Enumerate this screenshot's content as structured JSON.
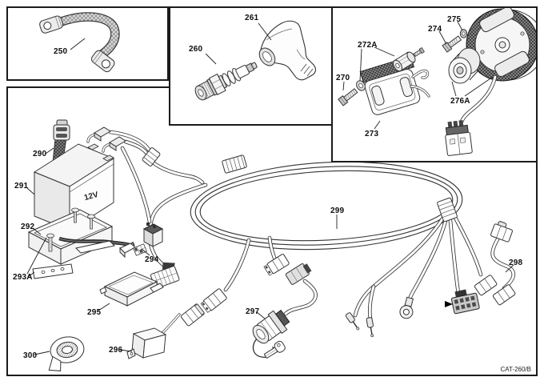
{
  "footer_code": "CAT-260/B",
  "battery_text": "12V",
  "part_labels": {
    "250": "250",
    "260": "260",
    "261": "261",
    "270": "270",
    "272A": "272A",
    "273": "273",
    "274": "274",
    "275": "275",
    "276A": "276A",
    "290": "290",
    "291": "291",
    "292": "292",
    "293A": "293A",
    "294": "294",
    "295": "295",
    "296": "296",
    "297": "297",
    "298": "298",
    "299": "299",
    "300": "300"
  }
}
